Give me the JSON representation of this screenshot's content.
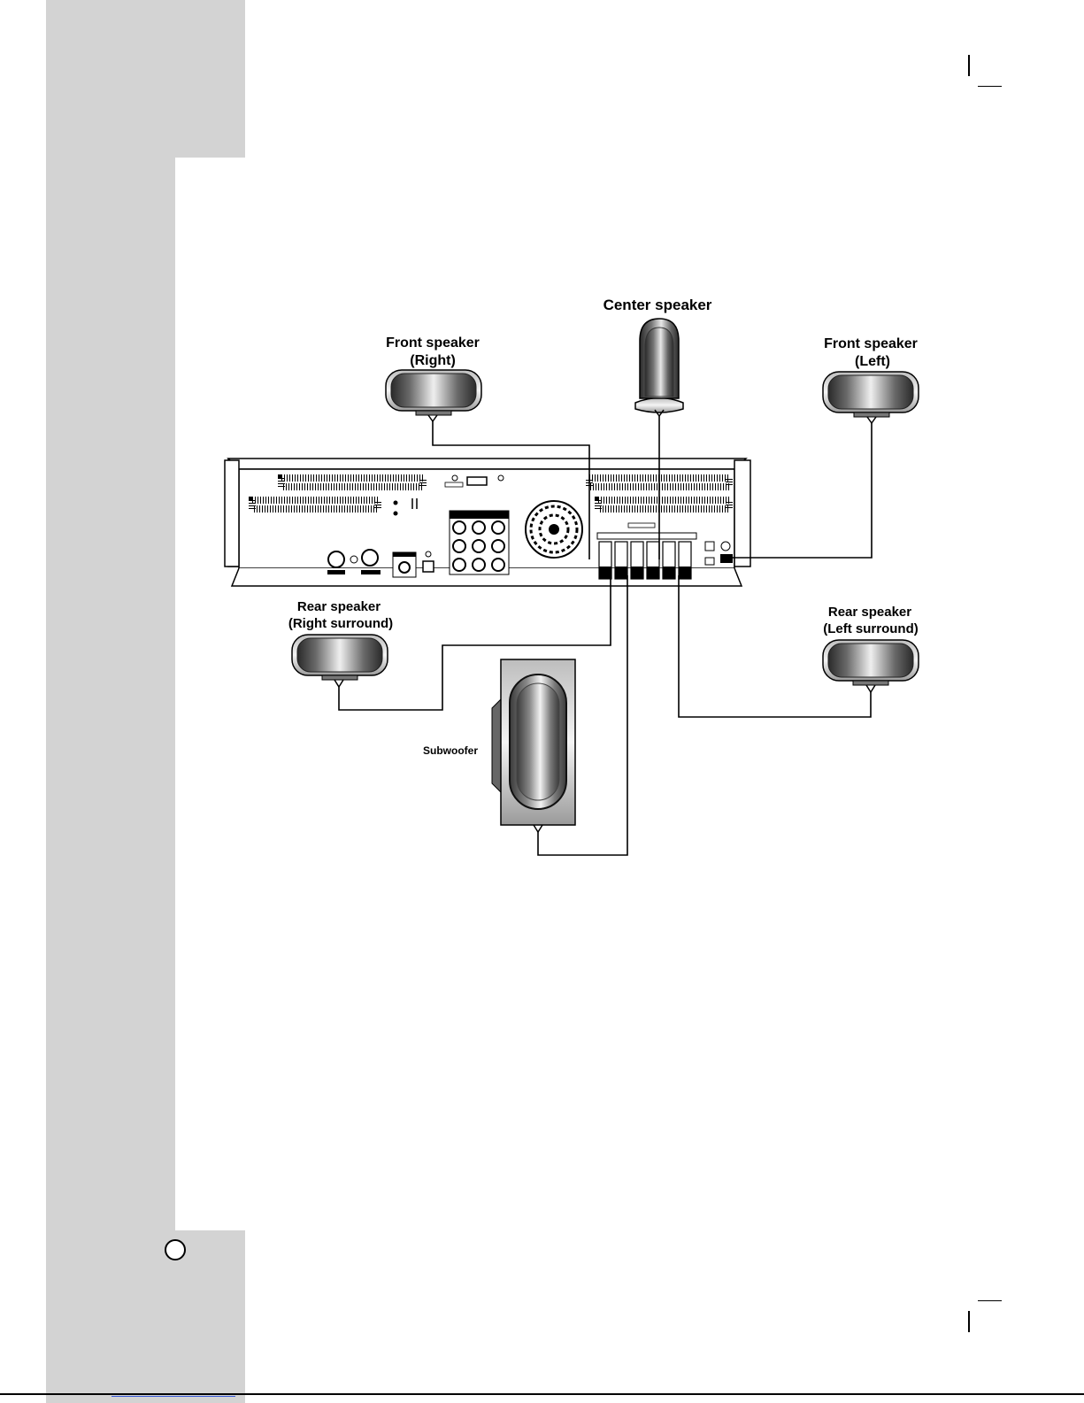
{
  "labels": {
    "center": "Center speaker",
    "front_right_1": "Front speaker",
    "front_right_2": "(Right)",
    "front_left_1": "Front speaker",
    "front_left_2": "(Left)",
    "rear_right_1": "Rear speaker",
    "rear_right_2": "(Right surround)",
    "rear_left_1": "Rear speaker",
    "rear_left_2": "(Left surround)",
    "subwoofer": "Subwoofer"
  },
  "colors": {
    "band": "#d3d3d3",
    "ink": "#000000",
    "link": "#3a5bd9"
  }
}
